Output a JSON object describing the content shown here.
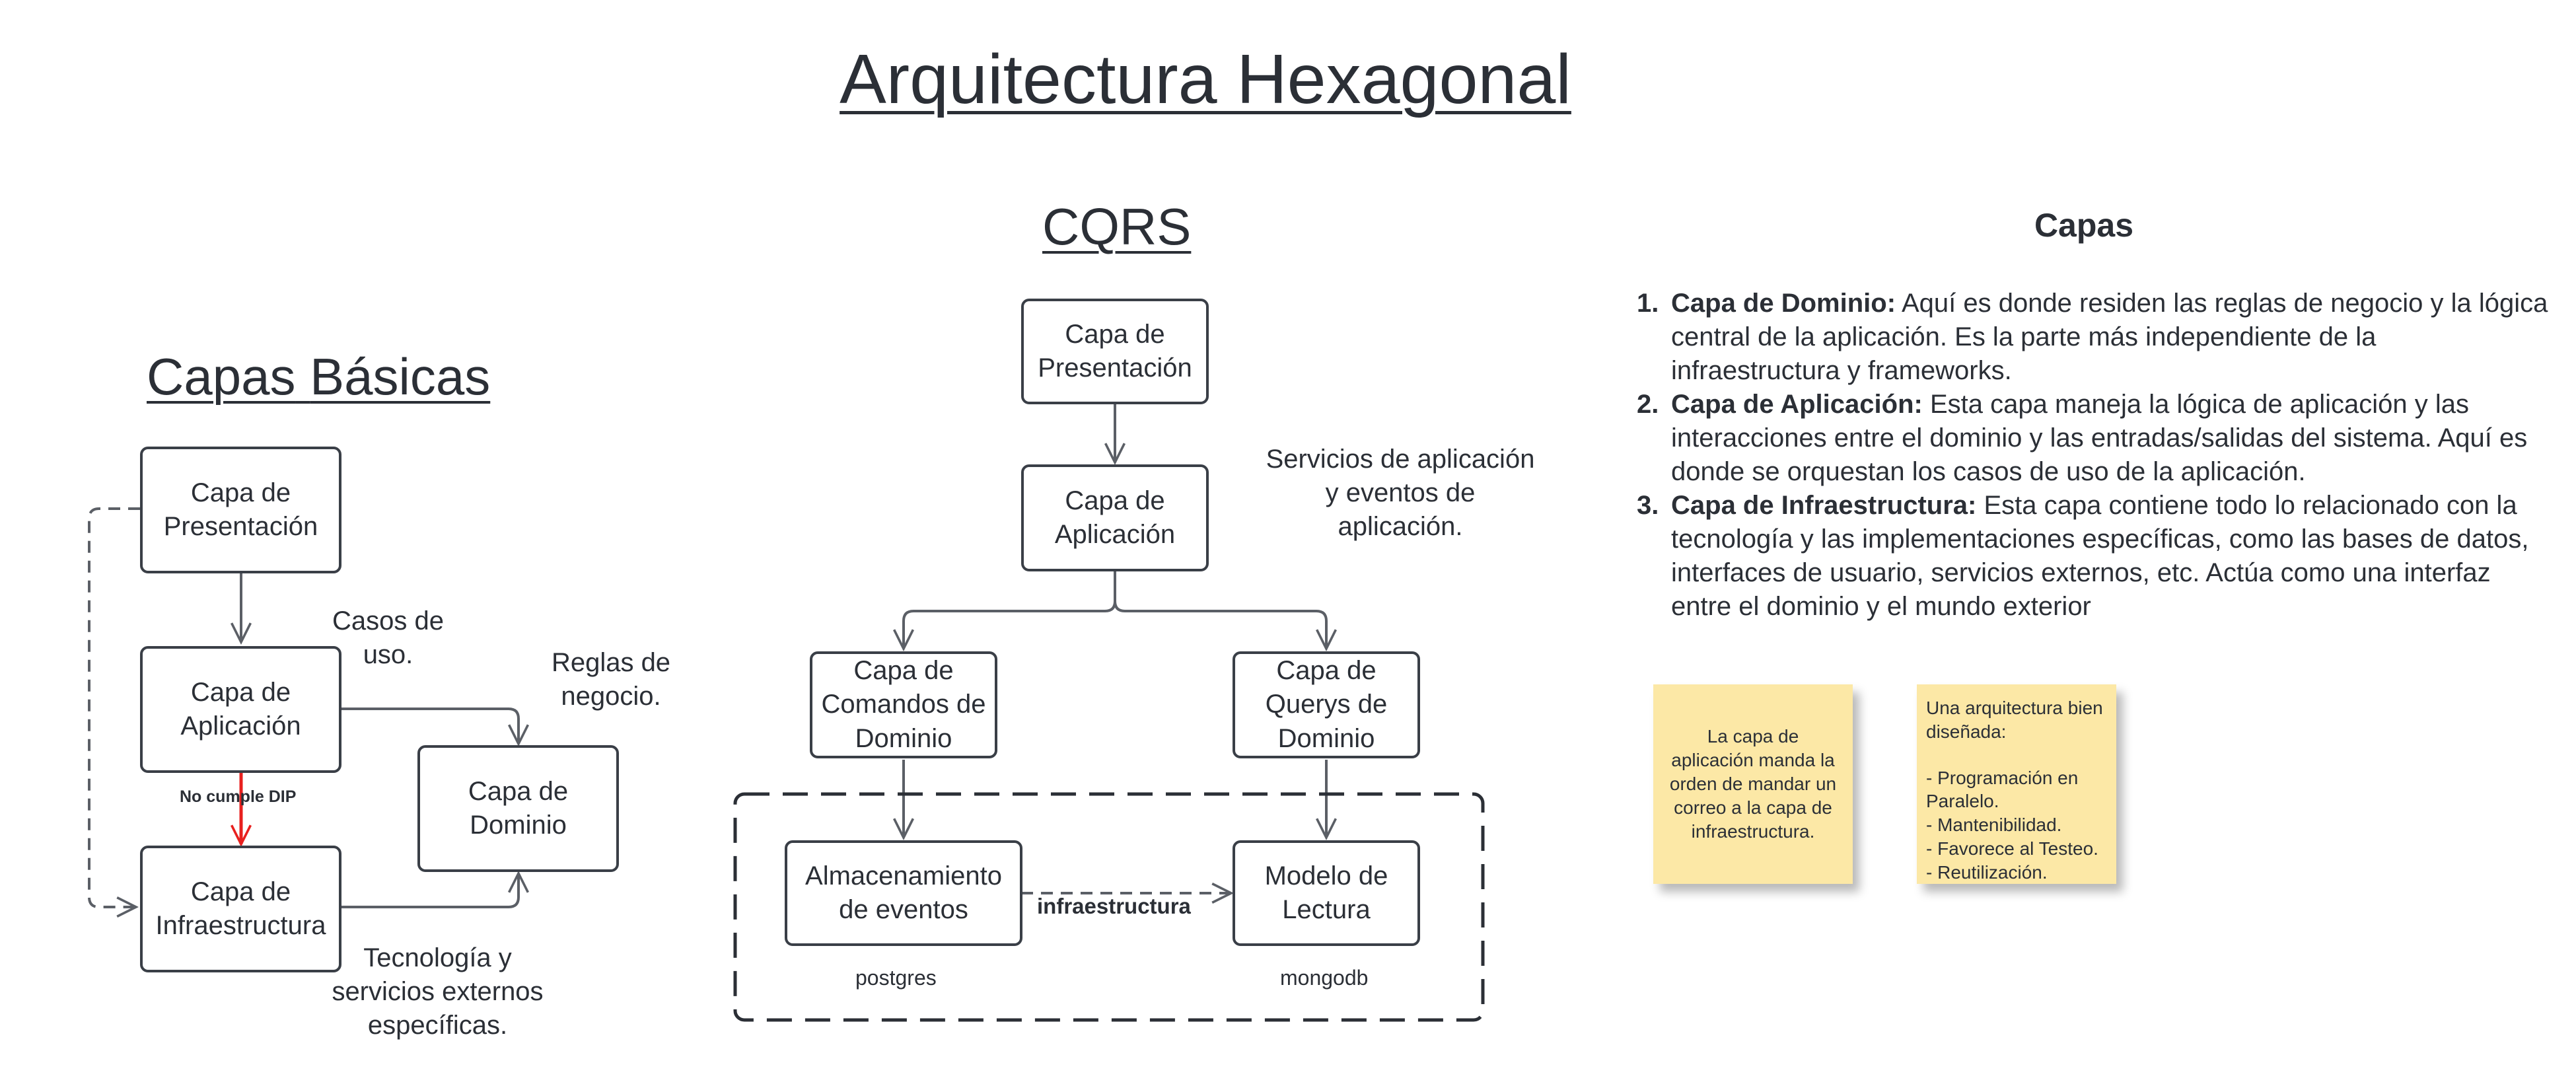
{
  "title": "Arquitectura Hexagonal",
  "basic": {
    "heading_word1": "Capas",
    "heading_word2": "Básicas",
    "presentacion": "Capa de Presentación",
    "aplicacion": "Capa de Aplicación",
    "infraestructura": "Capa de Infraestructura",
    "dominio": "Capa de Dominio",
    "note_casos": "Casos de uso.",
    "note_reglas": "Reglas de negocio.",
    "note_tecnologia": "Tecnología y servicios externos específicas.",
    "label_dip": "No cumple DIP"
  },
  "cqrs": {
    "heading": "CQRS",
    "presentacion": "Capa de Presentación",
    "aplicacion": "Capa de Aplicación",
    "comandos": "Capa de Comandos de Dominio",
    "querys": "Capa de Querys de Dominio",
    "almacenamiento": "Almacenamiento de eventos",
    "modelo": "Modelo de Lectura",
    "note_servicios": "Servicios de aplicación y eventos de aplicación.",
    "label_infra": "infraestructura",
    "label_postgres": "postgres",
    "label_mongodb": "mongodb"
  },
  "capas": {
    "title": "Capas",
    "items": [
      {
        "num": "1.",
        "bold": "Capa de Dominio:",
        "text": " Aquí es donde residen las reglas de negocio y la lógica central de la aplicación. Es la parte más independiente de la infraestructura y frameworks."
      },
      {
        "num": "2.",
        "bold": "Capa de Aplicación:",
        "text": " Esta capa maneja la lógica de aplicación y las interacciones entre el dominio y las entradas/salidas del sistema. Aquí es donde se orquestan los casos de uso de la aplicación."
      },
      {
        "num": "3.",
        "bold": "Capa de Infraestructura:",
        "text": " Esta capa contiene todo lo relacionado con la tecnología y las implementaciones específicas, como las bases de datos, interfaces de usuario, servicios externos, etc. Actúa como una interfaz entre el dominio y el mundo exterior"
      }
    ]
  },
  "sticky1": "La capa de aplicación manda la orden de mandar un correo a la capa de infraestructura.",
  "sticky2": {
    "intro": "Una arquitectura bien diseñada:",
    "items": [
      "- Programación en Paralelo.",
      "- Mantenibilidad.",
      "- Favorece al Testeo.",
      "- Reutilización."
    ]
  },
  "colors": {
    "line": "#5b5f66",
    "red": "#e8201e",
    "sticky": "#fce8a6"
  }
}
